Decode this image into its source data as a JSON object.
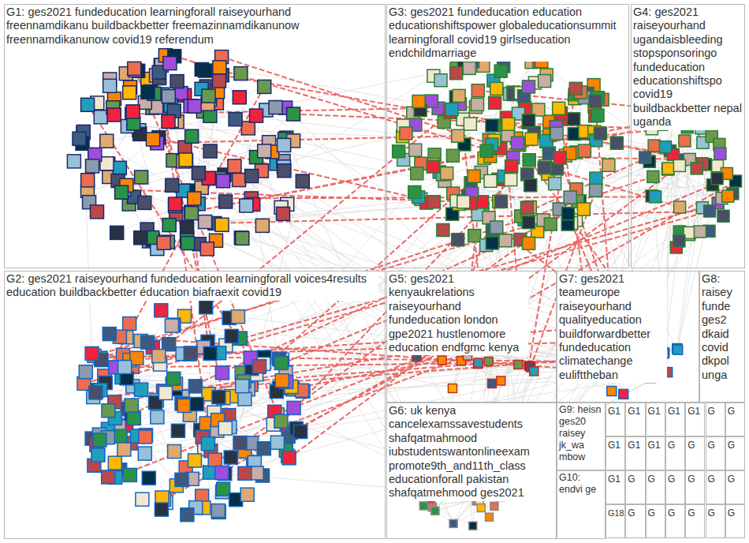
{
  "diagram": {
    "nodes": [
      {
        "text": [
          "G1: ges2021 fundeducation learningforall raiseyourhand freennamdikanu buildbackbetter freemazinnamdikanunow freennamdikanunow covid19 referendum"
        ]
      },
      {
        "text": [
          "G3: ges2021 fundeducation education educationshiftspower globaleducationsummit learningforall covid19 girlseducation endchildmarriage"
        ]
      },
      {
        "text": [
          "G4: ges2021 raiseyourhand ugandaisbleeding stopsponsoringo fundeducation educationshiftspo covid19 buildbackbetter nepal uganda"
        ]
      },
      {
        "text": [
          "G2: ges2021 raiseyourhand fundeducation learningforall voices4results education buildbackbetter éducation biafraexit covid19"
        ]
      },
      {
        "text": [
          "G5: ges2021 kenyaukrelations raiseyourhand fundeducation london gpe2021 hustlenomore education endfgmc kenya"
        ]
      },
      {
        "text": [
          "G7: ges2021 teameurope raiseyourhand qualityeducation buildforwardbetter fundeducation climatechange eulifttheban"
        ]
      },
      {
        "text": [
          "G8: raisey funde ges2 dkaid covid dkpol unga"
        ]
      },
      {
        "text": [
          "G6: uk kenya cancelexamssavestudents shafqatmahmood iubstudentswantonlineexam promote9th_and11th_class educationforall pakistan shafqatmehmood ges2021"
        ]
      },
      {
        "text": [
          "G9: heisn ges20 raisey jk_wa mbow"
        ]
      },
      {
        "text": [
          "G1"
        ]
      },
      {
        "text": [
          "G1"
        ]
      },
      {
        "text": [
          "G1"
        ]
      },
      {
        "text": [
          "G1"
        ]
      },
      {
        "text": [
          "G1"
        ]
      },
      {
        "text": [
          "G"
        ]
      },
      {
        "text": [
          "G"
        ]
      },
      {
        "text": [
          "G1"
        ]
      },
      {
        "text": [
          "G1"
        ]
      },
      {
        "text": [
          "G1"
        ]
      },
      {
        "text": [
          "G"
        ]
      },
      {
        "text": [
          "G"
        ]
      },
      {
        "text": [
          "G"
        ]
      },
      {
        "text": [
          "G"
        ]
      },
      {
        "text": [
          "G10: endvi ge"
        ]
      },
      {
        "text": [
          "G1"
        ]
      },
      {
        "text": [
          "G"
        ]
      },
      {
        "text": [
          "G"
        ]
      },
      {
        "text": [
          "G"
        ]
      },
      {
        "text": [
          "G"
        ]
      },
      {
        "text": [
          "G"
        ]
      },
      {
        "text": [
          "G"
        ]
      },
      {
        "text": [
          "G18"
        ]
      },
      {
        "text": [
          "G"
        ]
      },
      {
        "text": [
          "G"
        ]
      },
      {
        "text": [
          "G"
        ]
      },
      {
        "text": [
          "G"
        ]
      },
      {
        "text": [
          "G"
        ]
      },
      {
        "text": [
          "G"
        ]
      }
    ]
  }
}
